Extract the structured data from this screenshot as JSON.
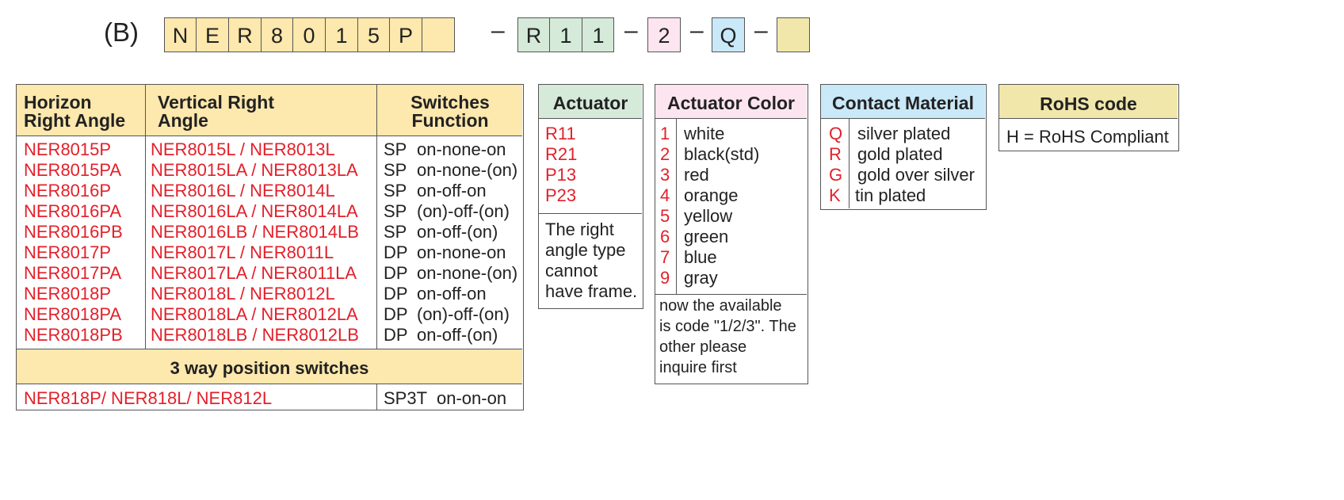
{
  "code_strip": {
    "label": "(B)",
    "model_chars": [
      "N",
      "E",
      "R",
      "8",
      "0",
      "1",
      "5",
      "P",
      ""
    ],
    "actuator_chars": [
      "R",
      "1",
      "1"
    ],
    "color_char": "2",
    "contact_char": "Q",
    "rohs_char": "",
    "dash": "–"
  },
  "main_table": {
    "headers": {
      "horizon": "Horizon Right Angle",
      "vertical": "Vertical Right Angle",
      "function": "Switches Function"
    },
    "rows": [
      {
        "h": "NER8015P",
        "v": "NER8015L / NER8013L",
        "pole": "SP",
        "func": "on-none-on"
      },
      {
        "h": "NER8015PA",
        "v": "NER8015LA  / NER8013LA",
        "pole": "SP",
        "func": "on-none-(on)"
      },
      {
        "h": "NER8016P",
        "v": "NER8016L / NER8014L",
        "pole": "SP",
        "func": "on-off-on"
      },
      {
        "h": "NER8016PA",
        "v": "NER8016LA / NER8014LA",
        "pole": "SP",
        "func": "(on)-off-(on)"
      },
      {
        "h": "NER8016PB",
        "v": "NER8016LB / NER8014LB",
        "pole": "SP",
        "func": "on-off-(on)"
      },
      {
        "h": "NER8017P",
        "v": "NER8017L / NER8011L",
        "pole": "DP",
        "func": "on-none-on"
      },
      {
        "h": "NER8017PA",
        "v": "NER8017LA / NER8011LA",
        "pole": "DP",
        "func": "on-none-(on)"
      },
      {
        "h": "NER8018P",
        "v": "NER8018L / NER8012L",
        "pole": "DP",
        "func": "on-off-on"
      },
      {
        "h": "NER8018PA",
        "v": "NER8018LA / NER8012LA",
        "pole": "DP",
        "func": "(on)-off-(on)"
      },
      {
        "h": "NER8018PB",
        "v": "NER8018LB / NER8012LB",
        "pole": "DP",
        "func": "on-off-(on)"
      }
    ],
    "three_way": {
      "title": "3 way position switches",
      "models": "NER818P/ NER818L/ NER812L",
      "pole": "SP3T",
      "func": "on-on-on"
    }
  },
  "actuator": {
    "header": "Actuator",
    "codes": [
      "R11",
      "R21",
      "P13",
      "P23"
    ],
    "note": [
      "The right",
      "angle type",
      "cannot",
      "have frame."
    ]
  },
  "actuator_color": {
    "header": "Actuator Color",
    "items": [
      {
        "code": "1",
        "name": "white"
      },
      {
        "code": "2",
        "name": "black(std)"
      },
      {
        "code": "3",
        "name": "red"
      },
      {
        "code": "4",
        "name": "orange"
      },
      {
        "code": "5",
        "name": "yellow"
      },
      {
        "code": "6",
        "name": "green"
      },
      {
        "code": "7",
        "name": "blue"
      },
      {
        "code": "9",
        "name": "gray"
      }
    ],
    "note": [
      "now the available",
      "is code \"1/2/3\". The",
      "other please",
      "inquire first"
    ]
  },
  "contact_material": {
    "header": "Contact Material",
    "items": [
      {
        "code": "Q",
        "name": "silver plated"
      },
      {
        "code": "R",
        "name": "gold plated"
      },
      {
        "code": "G",
        "name": "gold over silver"
      },
      {
        "code": "K",
        "name": "tin plated"
      }
    ]
  },
  "rohs": {
    "header": "RoHS code",
    "value": "H  = RoHS Compliant"
  },
  "colors": {
    "accent_red": "#e3202a",
    "yellow": "#fde8ad",
    "green": "#d5ead9",
    "pink": "#fde5ef",
    "blue": "#c9e8f8",
    "khaki": "#f1e7ab"
  }
}
